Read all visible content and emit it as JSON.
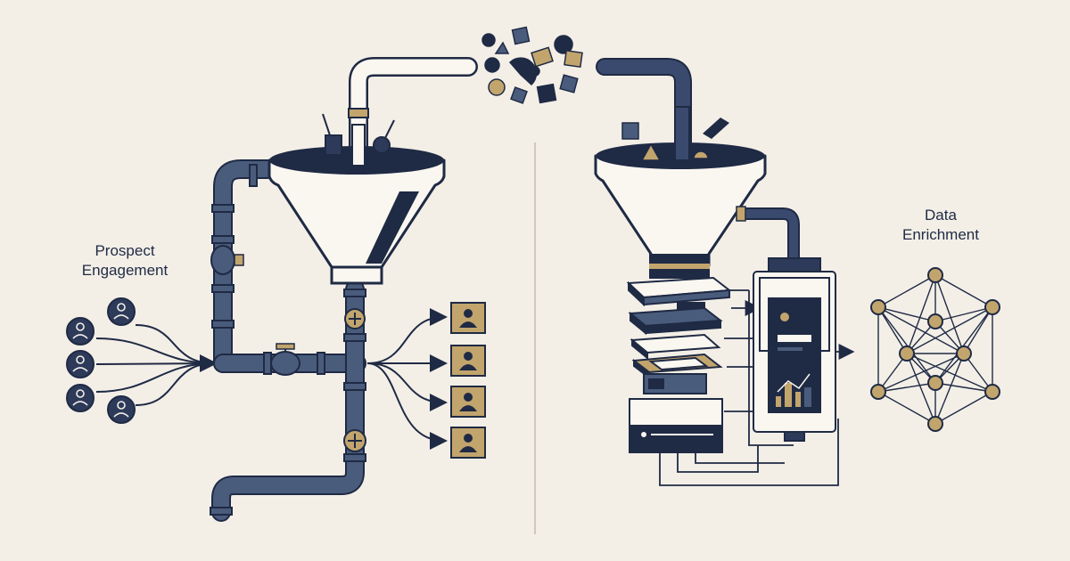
{
  "left": {
    "label_line1": "Prospect",
    "label_line2": "Engagement"
  },
  "right": {
    "label_line1": "Data",
    "label_line2": "Enrichment"
  },
  "colors": {
    "background": "#f3efe7",
    "navy": "#1f2a44",
    "pipe_blue": "#4a5c7c",
    "gold": "#c2a56d",
    "cream": "#faf7f0",
    "divider": "#cfc8bb"
  },
  "icons": [
    "person-icon",
    "valve-icon",
    "funnel-icon",
    "network-icon",
    "server-stack-icon",
    "dashboard-panel-icon"
  ]
}
